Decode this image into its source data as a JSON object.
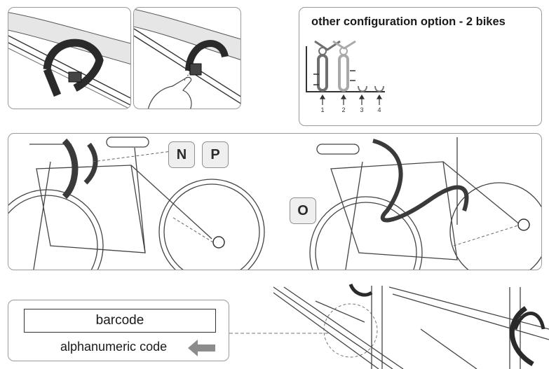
{
  "config_panel": {
    "title": "other configuration option - 2 bikes",
    "positions": [
      "1",
      "2",
      "3",
      "4"
    ]
  },
  "step_labels": {
    "n": "N",
    "p": "P",
    "o": "O"
  },
  "code_label": {
    "barcode": "barcode",
    "alphanumeric": "alphanumeric code"
  },
  "icons": [
    "strap-icon",
    "bike-front-icon",
    "bike-rear-icon",
    "arrow-left-icon",
    "pointing-hand-icon"
  ],
  "colors": {
    "frame_border": "#9a9a9a",
    "bike_highlight": "#6f6f6f",
    "bike_secondary": "#a9a9a9",
    "arrow_fill": "#8c8c8c"
  }
}
